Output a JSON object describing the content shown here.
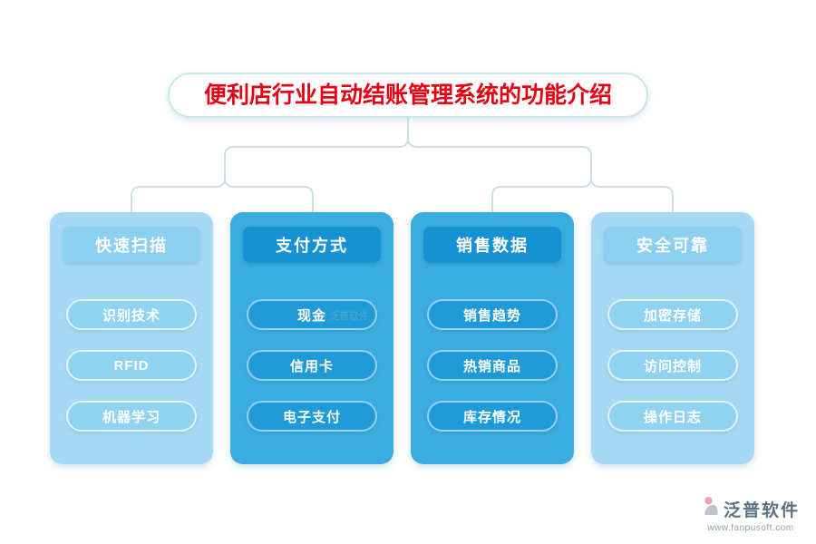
{
  "title": "便利店行业自动结账管理系统的功能介绍",
  "columns": [
    {
      "header": "快速扫描",
      "theme": "light",
      "items": [
        "识别技术",
        "RFID",
        "机器学习"
      ]
    },
    {
      "header": "支付方式",
      "theme": "dark",
      "items": [
        "现金",
        "信用卡",
        "电子支付"
      ]
    },
    {
      "header": "销售数据",
      "theme": "dark",
      "items": [
        "销售趋势",
        "热销商品",
        "库存情况"
      ]
    },
    {
      "header": "安全可靠",
      "theme": "light",
      "items": [
        "加密存储",
        "访问控制",
        "操作日志"
      ]
    }
  ],
  "watermark": {
    "text": "泛普软件"
  },
  "footer": {
    "brand": "泛普软件",
    "url": "www.fanpusoft.com"
  },
  "colors": {
    "title_red": "#e60012",
    "title_border": "#c7e7e9",
    "connector": "#ccdfe9",
    "light_card": "#a6daf4",
    "light_header": "#8bd0f1",
    "light_pill": "#8fd2f2",
    "dark_card": "#3bacdf",
    "dark_header": "#1691d2",
    "dark_pill": "#1e9ad6",
    "brand_gray": "#5c7282"
  }
}
